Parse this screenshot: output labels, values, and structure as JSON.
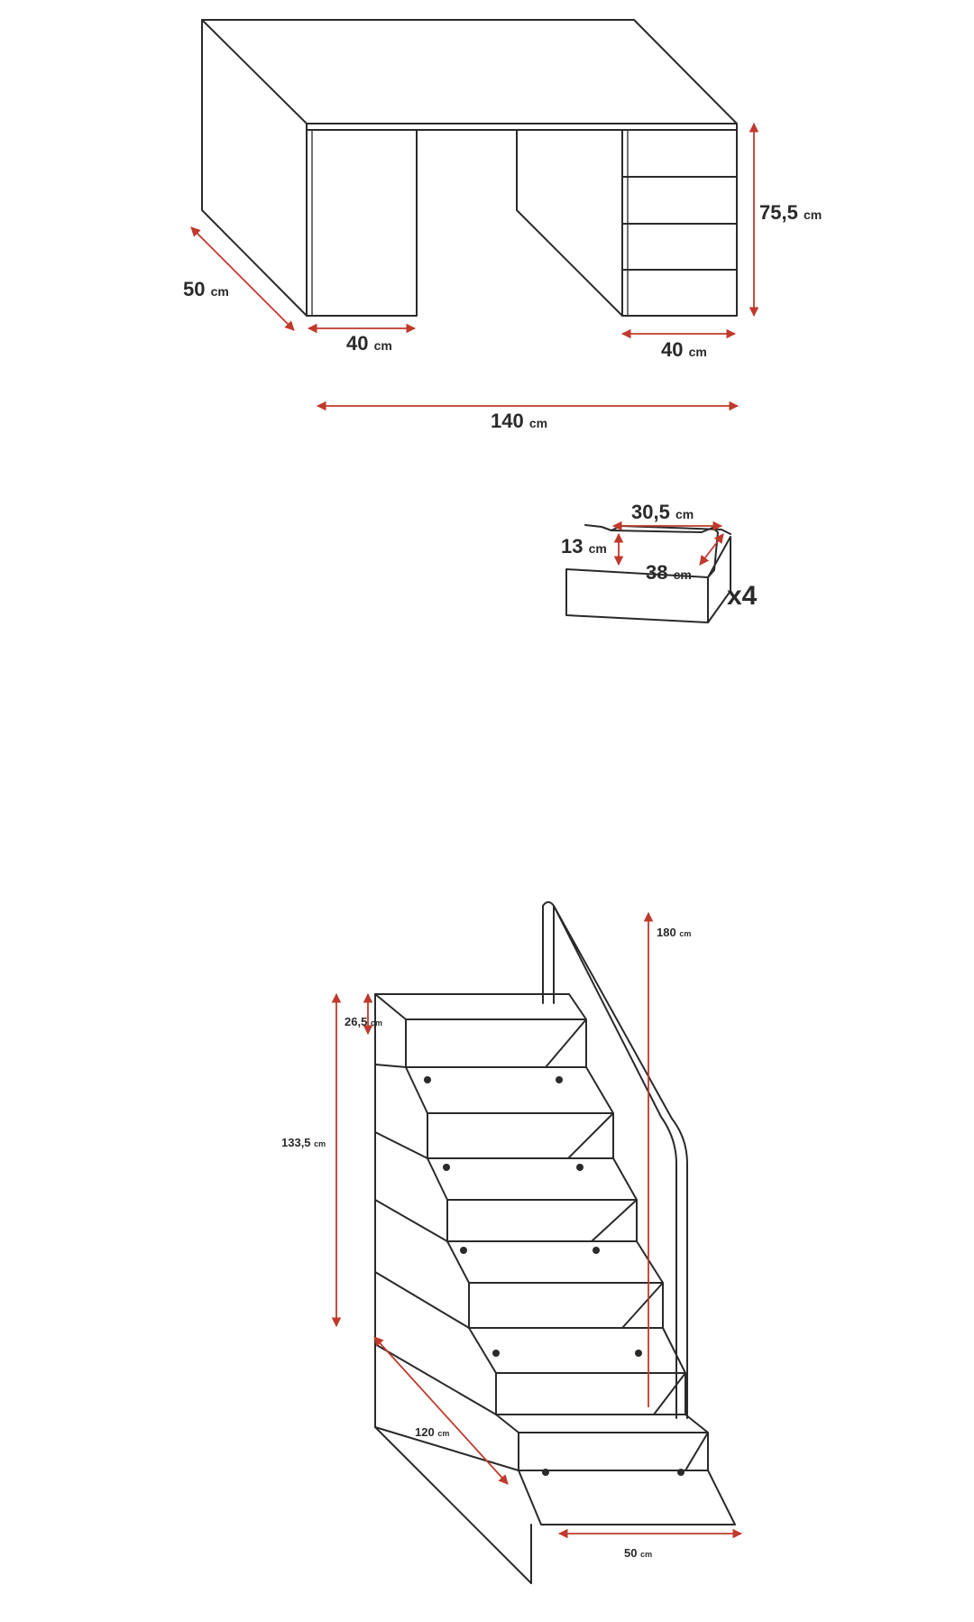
{
  "colors": {
    "line": "#2a2a2a",
    "dimension": "#c0392b",
    "background": "#ffffff"
  },
  "desk": {
    "depth": {
      "value": "50",
      "unit": "cm"
    },
    "left_cabinet_width": {
      "value": "40",
      "unit": "cm"
    },
    "right_cabinet_width": {
      "value": "40",
      "unit": "cm"
    },
    "total_width": {
      "value": "140",
      "unit": "cm"
    },
    "height": {
      "value": "75,5",
      "unit": "cm"
    }
  },
  "drawer": {
    "inner_width": {
      "value": "30,5",
      "unit": "cm"
    },
    "height": {
      "value": "13",
      "unit": "cm"
    },
    "depth": {
      "value": "38",
      "unit": "cm"
    },
    "quantity": "x4"
  },
  "stairs": {
    "step_height": {
      "value": "26,5",
      "unit": "cm"
    },
    "total_height": {
      "value": "133,5",
      "unit": "cm"
    },
    "rail_height": {
      "value": "180",
      "unit": "cm"
    },
    "length": {
      "value": "120",
      "unit": "cm"
    },
    "width": {
      "value": "50",
      "unit": "cm"
    }
  }
}
